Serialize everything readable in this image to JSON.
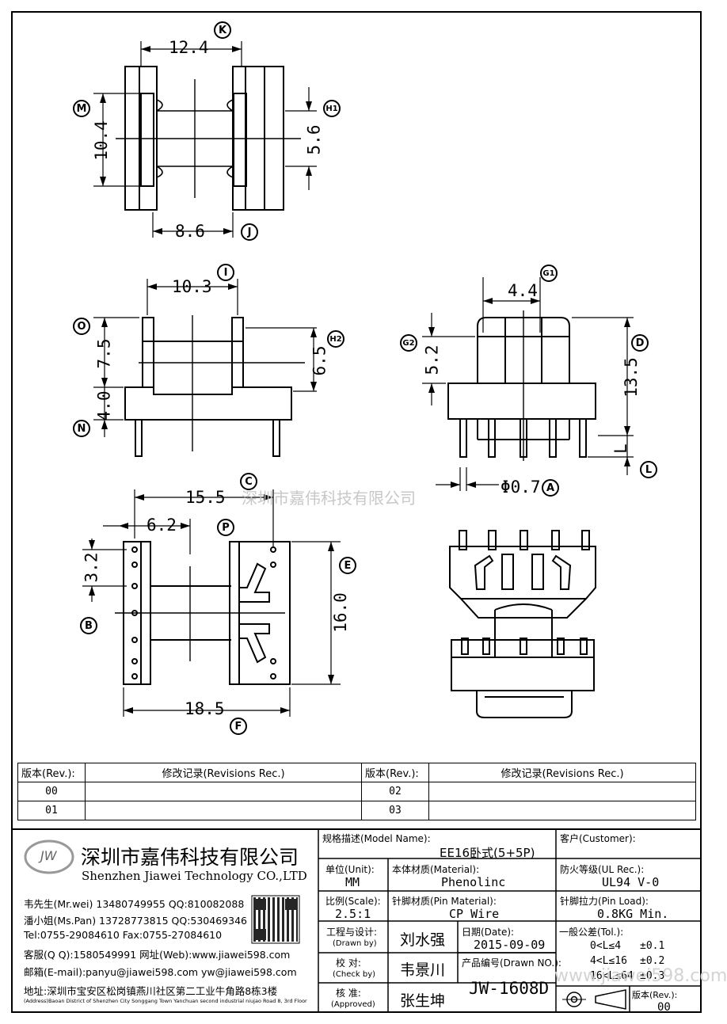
{
  "dims": {
    "top": {
      "k_w": "12.4",
      "m_h": "10.4",
      "h1_h": "5.6",
      "j_w": "8.6"
    },
    "middle_left": {
      "i_w": "10.3",
      "o_h": "7.5",
      "n_h": "4.0",
      "h2_h": "6.5"
    },
    "middle_right": {
      "g1_w": "4.4",
      "g2_h": "5.2",
      "d_h": "13.5",
      "l_h": "L",
      "a_dia": "Φ0.7"
    },
    "bottom_left": {
      "c_w": "15.5",
      "p_w": "6.2",
      "b_h": "3.2",
      "e_h": "16.0",
      "f_w": "18.5"
    }
  },
  "callouts": [
    "K",
    "M",
    "H1",
    "J",
    "I",
    "O",
    "H2",
    "N",
    "G1",
    "G2",
    "D",
    "L",
    "A",
    "C",
    "P",
    "B",
    "E",
    "F"
  ],
  "watermarks": {
    "center": "深圳市嘉伟科技有限公司",
    "bottom": "www.jiawei598.com"
  },
  "revision_table": {
    "header_rev": "版本(Rev.):",
    "header_rec": "修改记录(Revisions Rec.)",
    "rows": [
      [
        "00",
        "",
        "02",
        ""
      ],
      [
        "01",
        "",
        "03",
        ""
      ]
    ]
  },
  "company": {
    "logo_text": "JW",
    "name_cn": "深圳市嘉伟科技有限公司",
    "name_en": "Shenzhen Jiawei Technology CO.,LTD",
    "contacts": [
      "韦先生(Mr.wei) 13480749955 QQ:810082088",
      "潘小姐(Ms.Pan) 13728773815 QQ:530469346",
      "Tel:0755-29084610       Fax:0755-27084610",
      "客服(Q Q):1580549991   网址(Web):www.jiawei598.com",
      "邮箱(E-mail):panyu@jiawei598.com  yw@jiawei598.com",
      "地址:深圳市宝安区松岗镇燕川社区第二工业牛角路8栋3楼"
    ],
    "address_en": "(Address)Baoan District of Shenzhen City Songgang Town Yanchuan  second industrial niujao Road 8, 3rd Floor"
  },
  "title_block": {
    "model_label": "规格描述(Model Name):",
    "model_value": "EE16卧式(5+5P)",
    "customer_label": "客户(Customer):",
    "unit_label": "单位(Unit):",
    "unit_value": "MM",
    "material_label": "本体材质(Material):",
    "material_value": "Phenolinc",
    "ul_label": "防火等级(UL Rec.):",
    "ul_value": "UL94 V-0",
    "scale_label": "比例(Scale):",
    "scale_value": "2.5:1",
    "pin_material_label": "针脚材质(Pin Material):",
    "pin_material_value": "CP Wire",
    "pin_load_label": "针脚拉力(Pin Load):",
    "pin_load_value": "0.8KG Min.",
    "drawn_label": "工程与设计:",
    "drawn_label_en": "(Drawn by)",
    "drawn_value": "刘水强",
    "date_label": "日期(Date):",
    "date_value": "2015-09-09",
    "check_label": "校  对:",
    "check_label_en": "(Check by)",
    "check_value": "韦景川",
    "drawn_no_label": "产品编号(Drawn NO.):",
    "drawn_no_value": "JW-1608D",
    "approve_label": "核  准:",
    "approve_label_en": "(Approved)",
    "approve_value": "张生坤",
    "tol_label": "一般公差(Tol.):",
    "tol_rows": [
      [
        "0<L≤4",
        "±0.1"
      ],
      [
        "4<L≤16",
        "±0.2"
      ],
      [
        "16<L≤64",
        "±0.3"
      ]
    ],
    "rev_label": "版本(Rev.):",
    "rev_value": "00"
  }
}
